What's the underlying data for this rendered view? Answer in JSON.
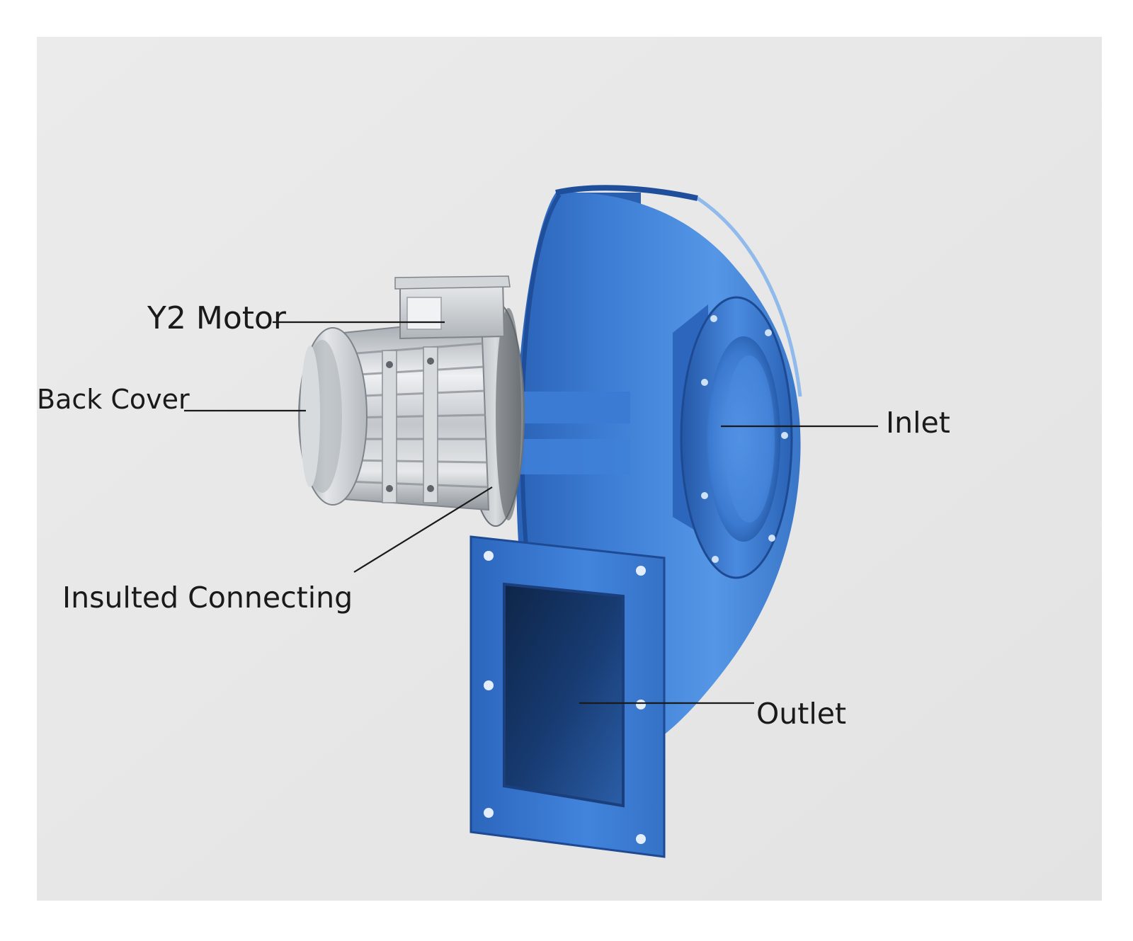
{
  "labels": {
    "motor": "Y2 Motor",
    "back_cover": "Back Cover",
    "insulated": "Insulted Connecting",
    "inlet": "Inlet",
    "outlet": "Outlet"
  },
  "colors": {
    "backdrop": "#e8e8e8",
    "fan_blue": "#3f7fd0",
    "fan_blue_dark": "#1f4e9a",
    "fan_blue_light": "#6aa6ec",
    "motor_silver": "#c9ccd0",
    "leader_line": "#1a1a1a"
  }
}
